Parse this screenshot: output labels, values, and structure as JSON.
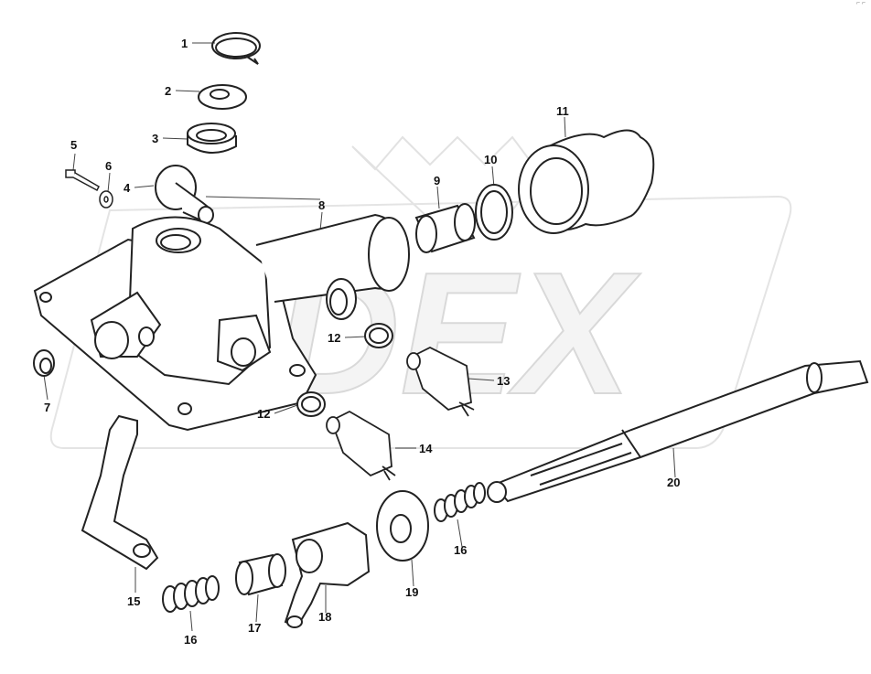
{
  "watermark": {
    "text": "DEX",
    "fill": "#f4f4f4",
    "stroke": "#d9d9d9"
  },
  "corner_mark": "⌐ ⌐",
  "callouts": [
    {
      "id": "p1",
      "label": "1"
    },
    {
      "id": "p2",
      "label": "2"
    },
    {
      "id": "p3",
      "label": "3"
    },
    {
      "id": "p4",
      "label": "4"
    },
    {
      "id": "p5",
      "label": "5"
    },
    {
      "id": "p6",
      "label": "6"
    },
    {
      "id": "p7",
      "label": "7"
    },
    {
      "id": "p8",
      "label": "8"
    },
    {
      "id": "p9",
      "label": "9"
    },
    {
      "id": "p10",
      "label": "10"
    },
    {
      "id": "p11",
      "label": "11"
    },
    {
      "id": "p12a",
      "label": "12"
    },
    {
      "id": "p12b",
      "label": "12"
    },
    {
      "id": "p13",
      "label": "13"
    },
    {
      "id": "p14",
      "label": "14"
    },
    {
      "id": "p15",
      "label": "15"
    },
    {
      "id": "p16a",
      "label": "16"
    },
    {
      "id": "p16b",
      "label": "16"
    },
    {
      "id": "p17",
      "label": "17"
    },
    {
      "id": "p18",
      "label": "18"
    },
    {
      "id": "p19",
      "label": "19"
    },
    {
      "id": "p20",
      "label": "20"
    }
  ]
}
